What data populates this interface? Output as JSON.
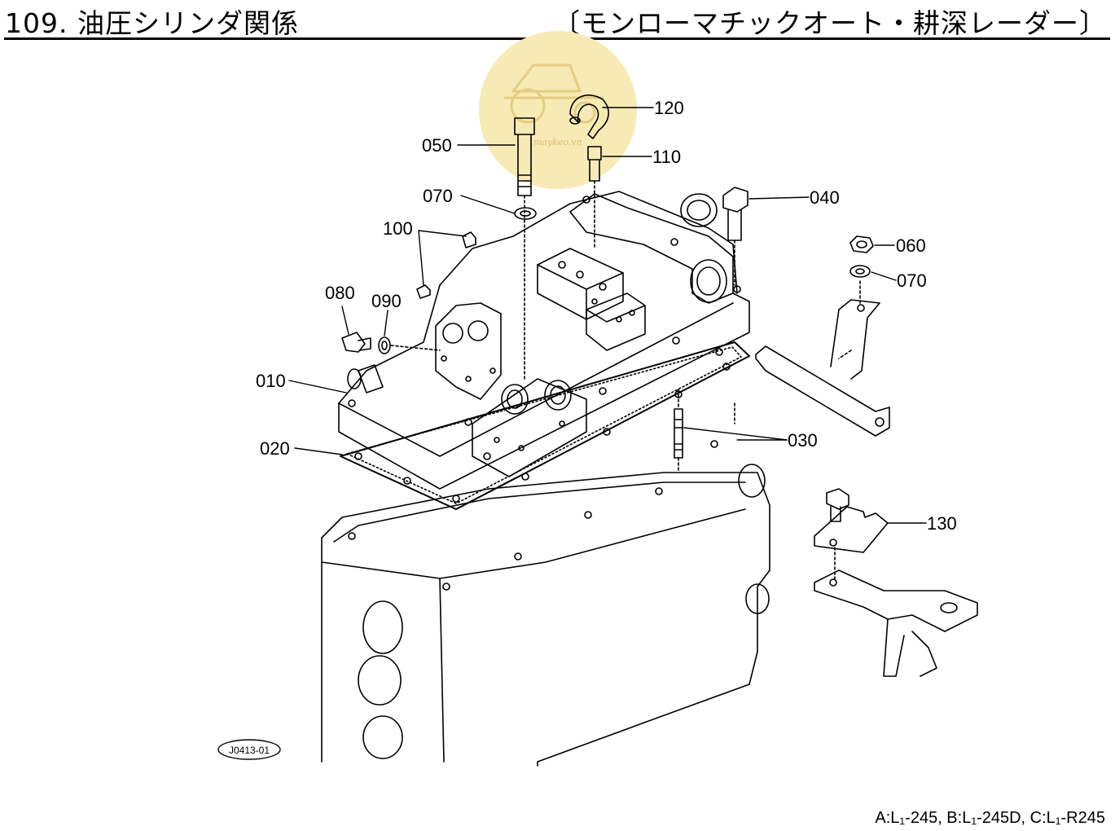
{
  "header": {
    "title": "109. 油圧シリンダ関係",
    "subtitle": "〔モンローマチックオート・耕深レーダー〕"
  },
  "drawing_code": "J0413-01",
  "watermark": {
    "text": "maykeo.vn",
    "color": "#f5e6a8"
  },
  "callouts": [
    {
      "id": "120",
      "label": "120"
    },
    {
      "id": "050",
      "label": "050"
    },
    {
      "id": "110",
      "label": "110"
    },
    {
      "id": "070a",
      "label": "070"
    },
    {
      "id": "040",
      "label": "040"
    },
    {
      "id": "100",
      "label": "100"
    },
    {
      "id": "060",
      "label": "060"
    },
    {
      "id": "070b",
      "label": "070"
    },
    {
      "id": "080",
      "label": "080"
    },
    {
      "id": "090",
      "label": "090"
    },
    {
      "id": "010",
      "label": "010"
    },
    {
      "id": "020",
      "label": "020"
    },
    {
      "id": "030",
      "label": "030"
    },
    {
      "id": "130",
      "label": "130"
    }
  ],
  "footer": {
    "models": "A:L₁-245,  B:L₁-245D,  C:L₁-R245"
  }
}
